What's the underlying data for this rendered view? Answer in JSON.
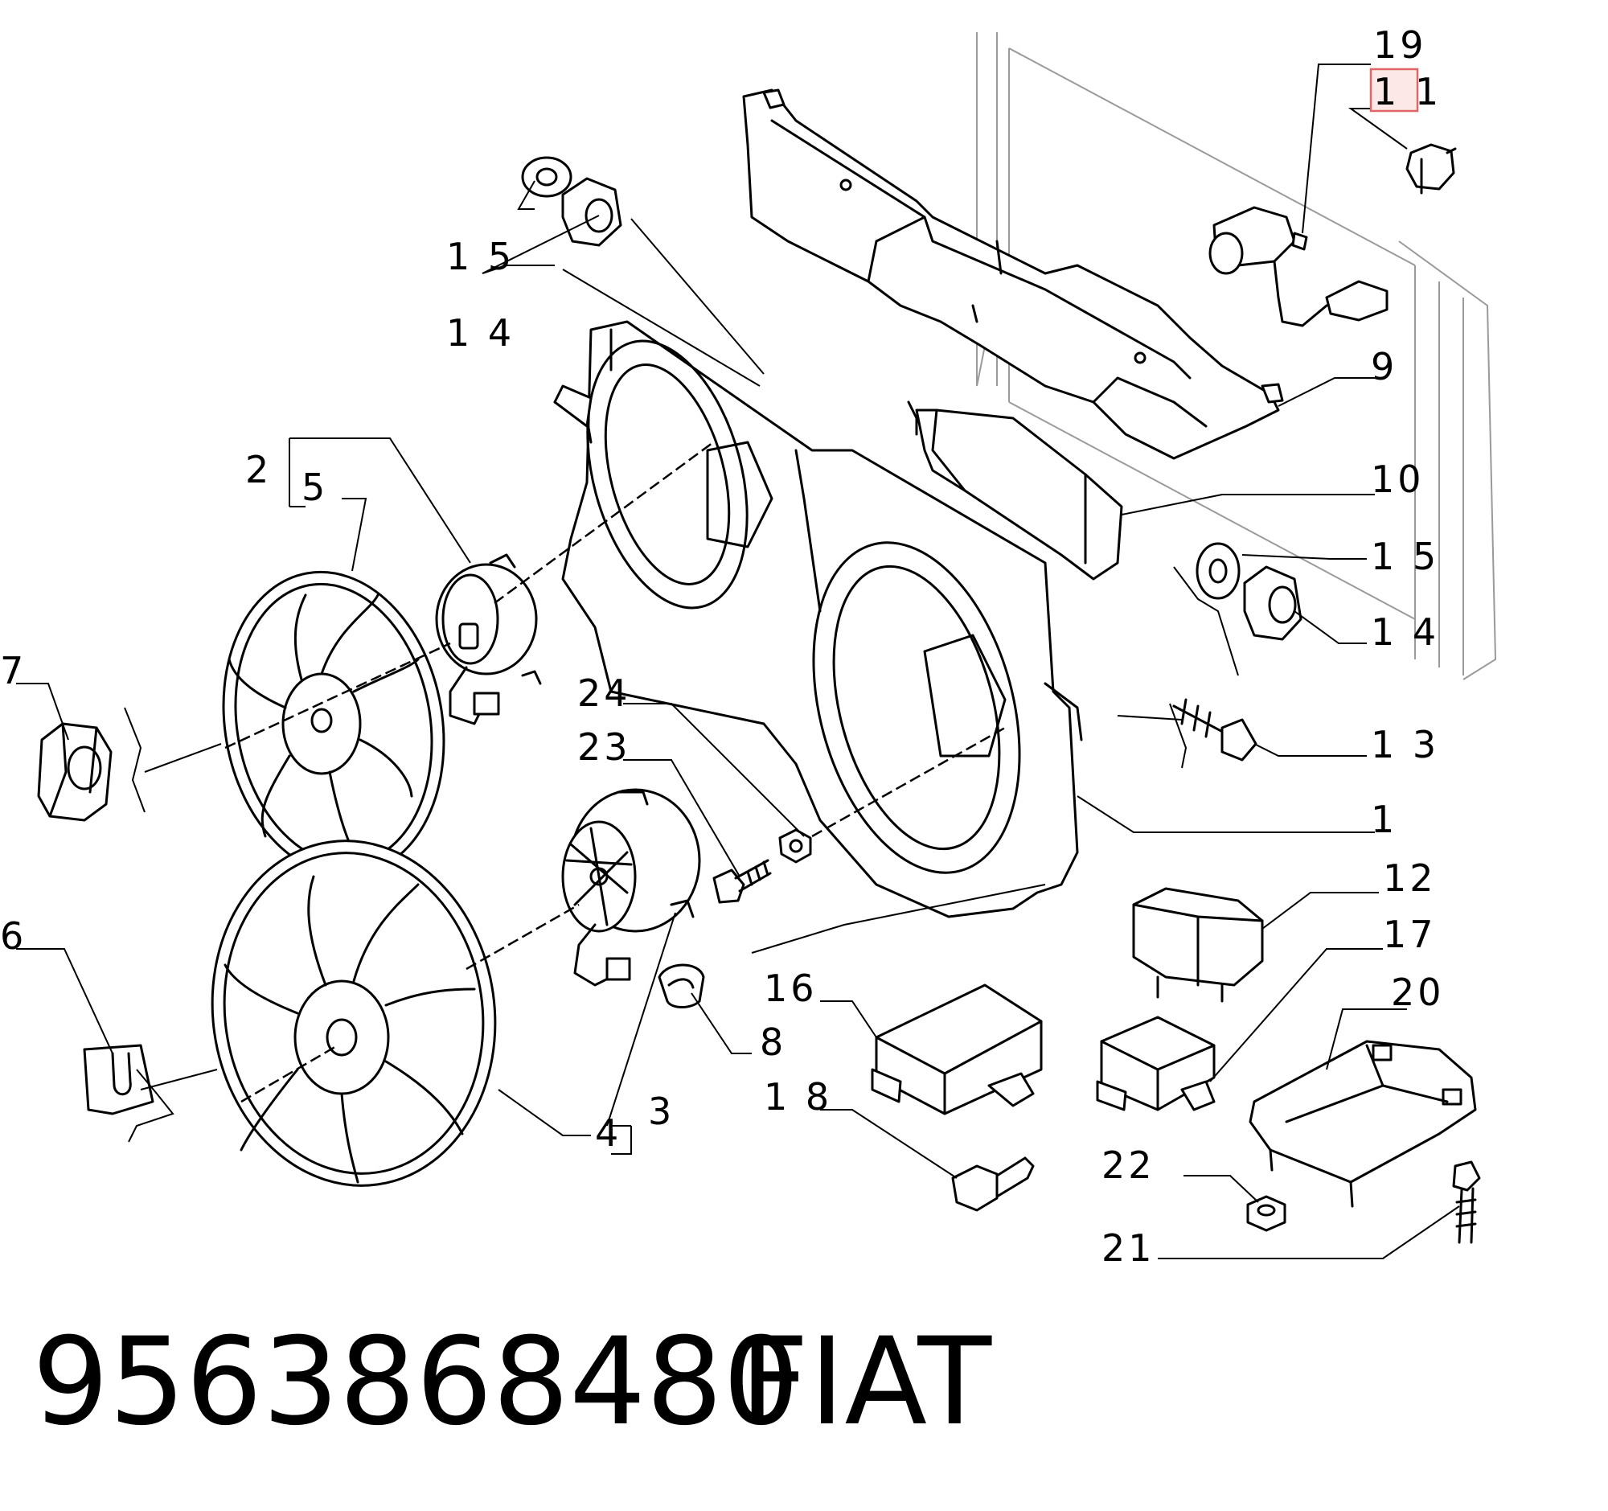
{
  "callouts": {
    "c1": "1",
    "c2": "2",
    "c3": "3",
    "c4": "4",
    "c5": "5",
    "c6": "6",
    "c7": "7",
    "c8": "8",
    "c9": "9",
    "c10": "10",
    "c11": "1 1",
    "c12": "12",
    "c13": "1 3",
    "c14a": "1 4",
    "c14b": "1 4",
    "c15a": "1 5",
    "c15b": "1 5",
    "c16": "16",
    "c17": "17",
    "c18": "1 8",
    "c19": "19",
    "c20": "20",
    "c21": "21",
    "c22": "22",
    "c23": "23",
    "c24": "24"
  },
  "highlight": {
    "callout": "c11",
    "color": "#e06666",
    "fill": "#fde8e8"
  },
  "caption": {
    "part_number": "9563868480",
    "brand": "FIAT"
  }
}
